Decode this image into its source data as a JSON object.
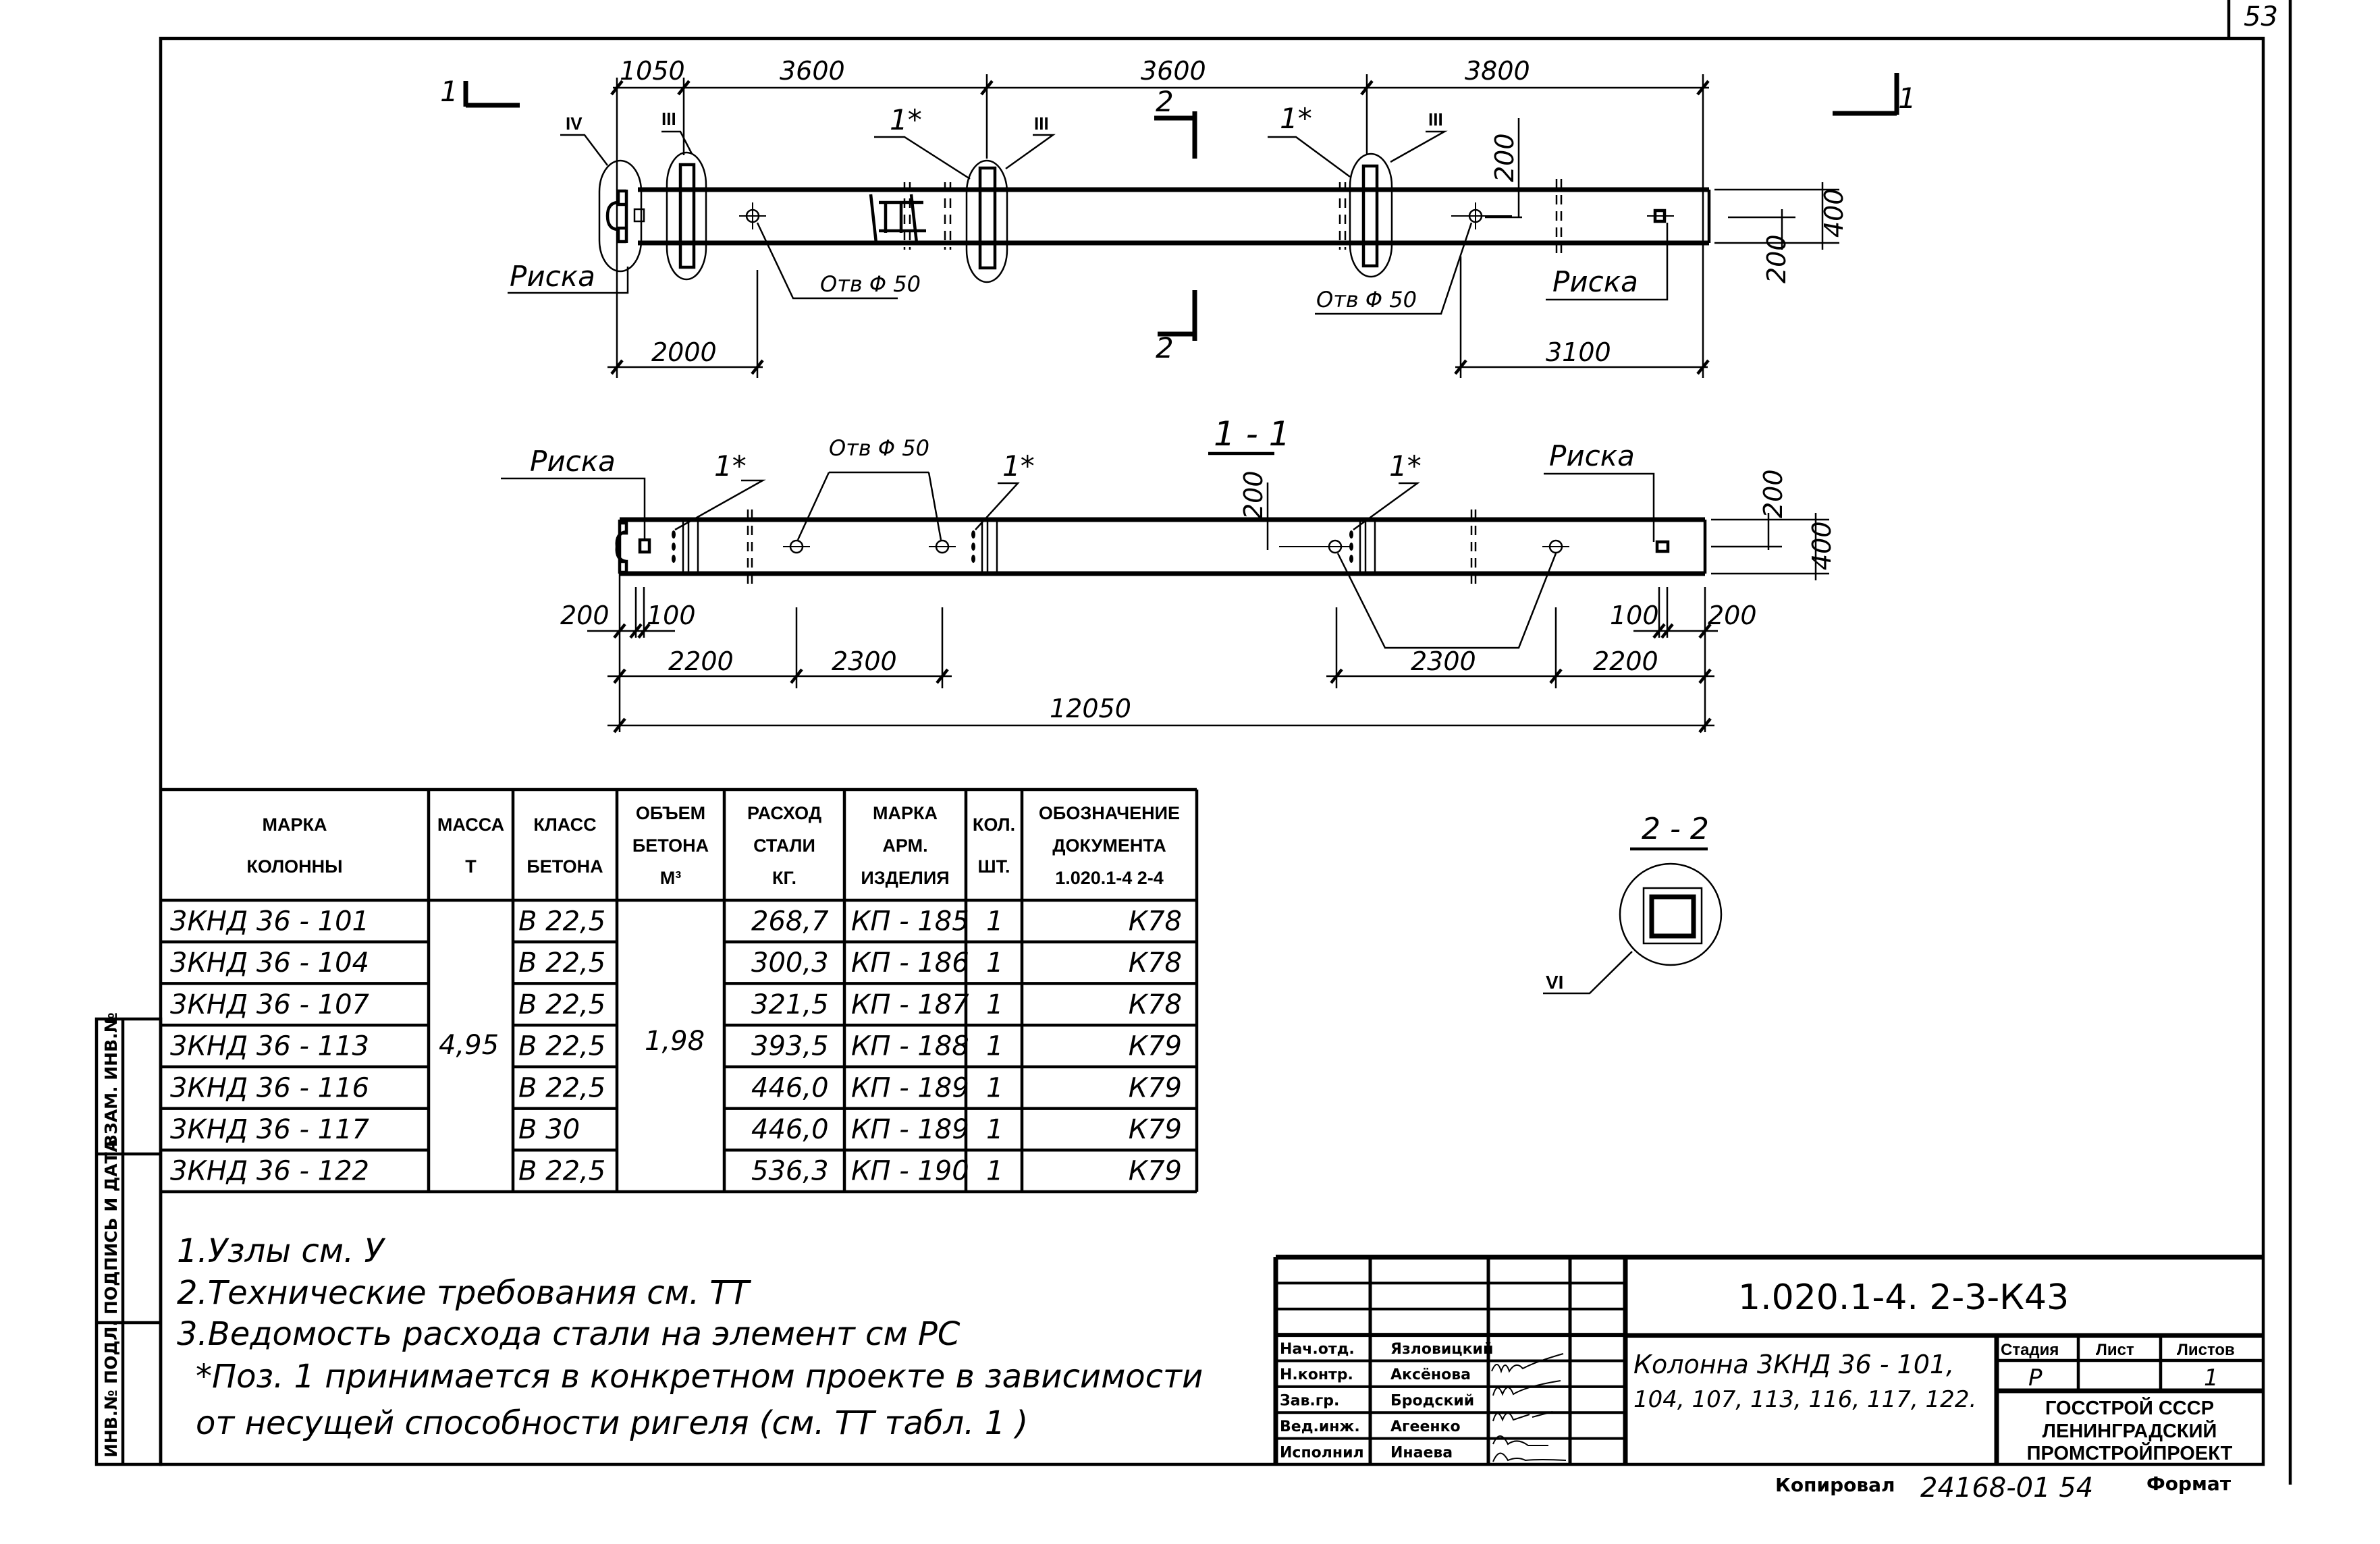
{
  "sheet": {
    "page_number": "53",
    "document_code": "1.020.1-4.    2-3-К43",
    "title_line1": "Колонна 3КНД 36 - 101,",
    "title_line2": "104, 107, 113, 116, 117, 122.",
    "copied_label": "Копировал",
    "copy_number": "24168-01  54",
    "format_label": "Формат"
  },
  "side_stamp": {
    "replaced_inv": "ВЗАМ. ИНВ.№",
    "signature_date": "ПОДПИСЬ И ДАТА",
    "original_inv": "ИНВ.№ ПОДЛ."
  },
  "plan_view": {
    "section_mark": "1",
    "dimensions_top": [
      "1050",
      "3600",
      "3600",
      "3800"
    ],
    "dim_left_bottom": "2000",
    "dim_right_bottom": "3100",
    "dim_height_total": "400",
    "dim_height_half": "200",
    "dim_hole_offset": "200",
    "node_labels": [
      "IV",
      "III",
      "III",
      "III"
    ],
    "position_labels": [
      "1*",
      "1*"
    ],
    "section_2_mark": "2",
    "mark_label": "Риска",
    "hole_label": "Отв Φ 50"
  },
  "section_1_1": {
    "title": "1 - 1",
    "mark_label": "Риска",
    "hole_label": "Отв Φ 50",
    "position_labels": [
      "1*",
      "1*",
      "1*"
    ],
    "dim_left": [
      "200",
      "100",
      "2200",
      "2300"
    ],
    "dim_right": [
      "2300",
      "2200",
      "100",
      "200"
    ],
    "dim_total": "12050",
    "dim_height_total": "400",
    "dim_height_half": "200",
    "dim_hole_offset": "200"
  },
  "section_2_2": {
    "title": "2 - 2",
    "node_label": "VI"
  },
  "table": {
    "headers": [
      [
        "МАРКА",
        "КОЛОННЫ"
      ],
      [
        "МАССА",
        "Т"
      ],
      [
        "КЛАСС",
        "БЕТОНА"
      ],
      [
        "ОБЪЕМ",
        "БЕТОНА",
        "М³"
      ],
      [
        "РАСХОД",
        "СТАЛИ",
        "КГ."
      ],
      [
        "МАРКА",
        "АРМ.",
        "ИЗДЕЛИЯ"
      ],
      [
        "КОЛ.",
        "ШТ."
      ],
      [
        "ОБОЗНАЧЕНИЕ",
        "ДОКУМЕНТА",
        "1.020.1-4  2-4"
      ]
    ],
    "mass": "4,95",
    "volume": "1,98",
    "rows": [
      {
        "mark": "3КНД 36 - 101",
        "class": "В 22,5",
        "steel": "268,7",
        "arm": "КП - 185",
        "qty": "1",
        "doc": "К78"
      },
      {
        "mark": "3КНД 36 - 104",
        "class": "В 22,5",
        "steel": "300,3",
        "arm": "КП - 186",
        "qty": "1",
        "doc": "К78"
      },
      {
        "mark": "3КНД 36 - 107",
        "class": "В 22,5",
        "steel": "321,5",
        "arm": "КП - 187",
        "qty": "1",
        "doc": "К78"
      },
      {
        "mark": "3КНД 36 - 113",
        "class": "В 22,5",
        "steel": "393,5",
        "arm": "КП - 188",
        "qty": "1",
        "doc": "К79"
      },
      {
        "mark": "3КНД 36 - 116",
        "class": "В 22,5",
        "steel": "446,0",
        "arm": "КП - 189",
        "qty": "1",
        "doc": "К79"
      },
      {
        "mark": "3КНД 36 - 117",
        "class": "В 30",
        "steel": "446,0",
        "arm": "КП - 189",
        "qty": "1",
        "doc": "К79"
      },
      {
        "mark": "3КНД 36 - 122",
        "class": "В 22,5",
        "steel": "536,3",
        "arm": "КП - 190",
        "qty": "1",
        "doc": "К79"
      }
    ]
  },
  "notes": [
    "1.Узлы см. У",
    "2.Технические требования  см. ТТ",
    "3.Ведомость расхода стали на элемент  см  РС",
    "*Поз. 1 принимается в конкретном  проекте в зависимости",
    "от несущей способности  ригеля (см. ТТ табл. 1   )"
  ],
  "title_block": {
    "roles": [
      {
        "role": "Нач.отд.",
        "name": "Язловицкий"
      },
      {
        "role": "Н.контр.",
        "name": "Аксёнова"
      },
      {
        "role": "Зав.гр.",
        "name": "Бродский"
      },
      {
        "role": "Вед.инж.",
        "name": "Агеенко"
      },
      {
        "role": "Исполнил",
        "name": "Инаева"
      }
    ],
    "stage_header": "Стадия",
    "sheet_header": "Лист",
    "sheets_header": "Листов",
    "stage_value": "Р",
    "sheet_value": "",
    "sheets_value": "1",
    "org_line1": "ГОССТРОЙ СССР",
    "org_line2": "ЛЕНИНГРАДСКИЙ",
    "org_line3": "ПРОМСТРОЙПРОЕКТ"
  }
}
